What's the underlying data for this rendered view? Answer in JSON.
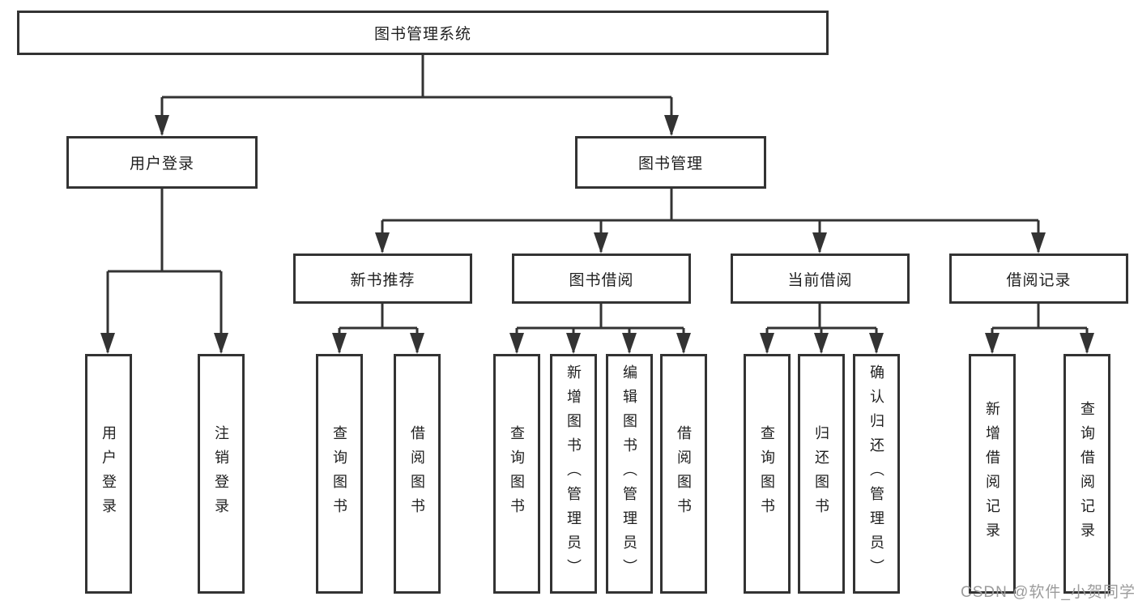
{
  "colors": {
    "line": "#333333",
    "border": "#333333",
    "text": "#1f1f1f",
    "watermark": "#9c9c9c",
    "background": "#ffffff"
  },
  "root": {
    "label": "图书管理系统"
  },
  "level2": [
    {
      "label": "用户登录"
    },
    {
      "label": "图书管理"
    }
  ],
  "level3": [
    {
      "label": "新书推荐"
    },
    {
      "label": "图书借阅"
    },
    {
      "label": "当前借阅"
    },
    {
      "label": "借阅记录"
    }
  ],
  "leaves": [
    {
      "label": "用户登录"
    },
    {
      "label": "注销登录"
    },
    {
      "label": "查询图书"
    },
    {
      "label": "借阅图书"
    },
    {
      "label": "查询图书"
    },
    {
      "label": "新增图书（管理员）"
    },
    {
      "label": "编辑图书（管理员）"
    },
    {
      "label": "借阅图书"
    },
    {
      "label": "查询图书"
    },
    {
      "label": "归还图书"
    },
    {
      "label": "确认归还（管理员）"
    },
    {
      "label": "新增借阅记录"
    },
    {
      "label": "查询借阅记录"
    }
  ],
  "watermark": {
    "text": "CSDN @软件_小贺同学"
  }
}
